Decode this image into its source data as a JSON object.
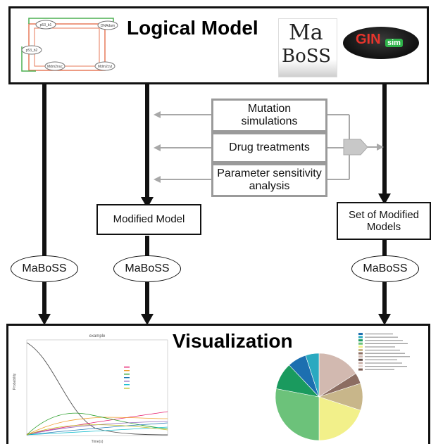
{
  "logical_model": {
    "title": "Logical Model",
    "graph_nodes": [
      "p53_b1",
      "Mdm2nuc",
      "p53_b2",
      "Mdm2cyt",
      "DNAdam"
    ]
  },
  "logos": {
    "maboss_line1": "Ma",
    "maboss_line2": "BoSS",
    "ginsim_main": "GIN",
    "ginsim_sub": "sim"
  },
  "modifications": {
    "mutation": "Mutation simulations",
    "drug": "Drug treatments",
    "parameter": "Parameter sensitivity analysis"
  },
  "modified_model": "Modified Model",
  "set_modified": "Set of Modified Models",
  "maboss_labels": [
    "MaBoSS",
    "MaBoSS",
    "MaBoSS"
  ],
  "visualization": {
    "title": "Visualization"
  },
  "line_chart": {
    "title": "example",
    "ylabel": "Probability",
    "xlabel": "Time(s)",
    "colors": [
      "#555555",
      "#e6196b",
      "#f0a030",
      "#2ca02c",
      "#1f77b4",
      "#9467bd",
      "#17becf",
      "#bcbd22"
    ]
  },
  "pie_chart": {
    "colors": [
      "#d2b9b0",
      "#8c6d62",
      "#c8b68a",
      "#f2f08a",
      "#6cc27a",
      "#1a9a5e",
      "#1d6fb0",
      "#2aa9c0"
    ]
  }
}
